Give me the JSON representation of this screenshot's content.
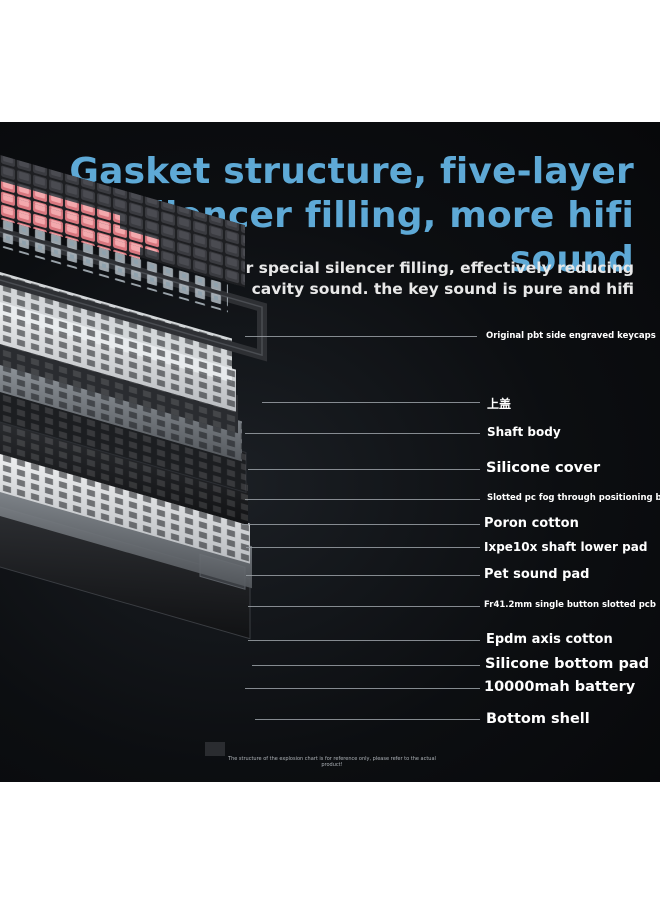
{
  "title_line1": "Gasket structure, five-layer",
  "title_line2": "silencer filling, more hifi sound",
  "subtitle_line1": "5-layer special silencer filling, effectively reducing",
  "subtitle_line2": "cavity sound. the key sound is pure and hifi",
  "layers": [
    {
      "label": "Original pbt side engraved keycaps"
    },
    {
      "label": "上盖"
    },
    {
      "label": "Shaft body"
    },
    {
      "label": "Silicone cover"
    },
    {
      "label": "Slotted pc fog through positioning board"
    },
    {
      "label": "Poron cotton"
    },
    {
      "label": "Ixpe10x shaft lower pad"
    },
    {
      "label": "Pet sound pad"
    },
    {
      "label": "Fr41.2mm single button slotted pcb"
    },
    {
      "label": "Epdm axis cotton"
    },
    {
      "label": "Silicone bottom pad"
    },
    {
      "label": "10000mah battery"
    },
    {
      "label": "Bottom shell"
    }
  ],
  "footnote": "The structure of the explosion chart is for reference only, please refer to the actual product!",
  "colors": {
    "background": "#0c0e11",
    "title": "#5ea9d6",
    "text": "#ffffff",
    "keycap_pink": "#e8868c",
    "keycap_dark": "#2a2b2f"
  }
}
